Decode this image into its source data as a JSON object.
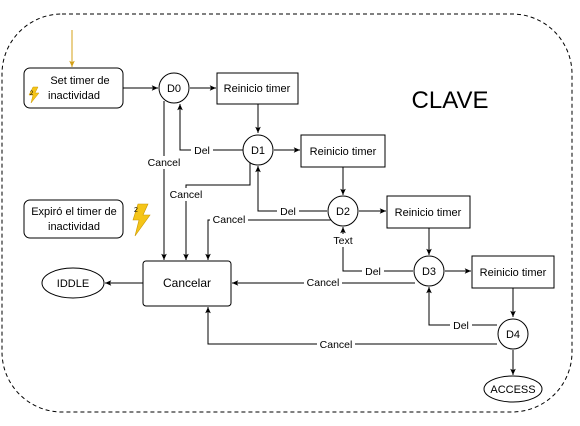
{
  "title": "CLAVE",
  "colors": {
    "stroke": "#000000",
    "frame": "#000000",
    "trigger_arrow": "#d4a017",
    "bolt": "#f5c518",
    "bolt_dark": "#c99700"
  },
  "nodes": {
    "set_timer": {
      "line1": "Set timer de",
      "line2": "inactividad",
      "badge": "2",
      "icon": "lightning-icon"
    },
    "expiro": {
      "line1": "Expiró el timer de",
      "line2": "inactividad",
      "badge": "2",
      "icon": "lightning-icon"
    },
    "d0": "D0",
    "d1": "D1",
    "d2": "D2",
    "d3": "D3",
    "d4": "D4",
    "reinicio": "Reinicio timer",
    "cancelar": "Cancelar",
    "iddle": "IDDLE",
    "access": "ACCESS"
  },
  "edge_labels": {
    "cancel": "Cancel",
    "del": "Del",
    "text": "Text"
  }
}
